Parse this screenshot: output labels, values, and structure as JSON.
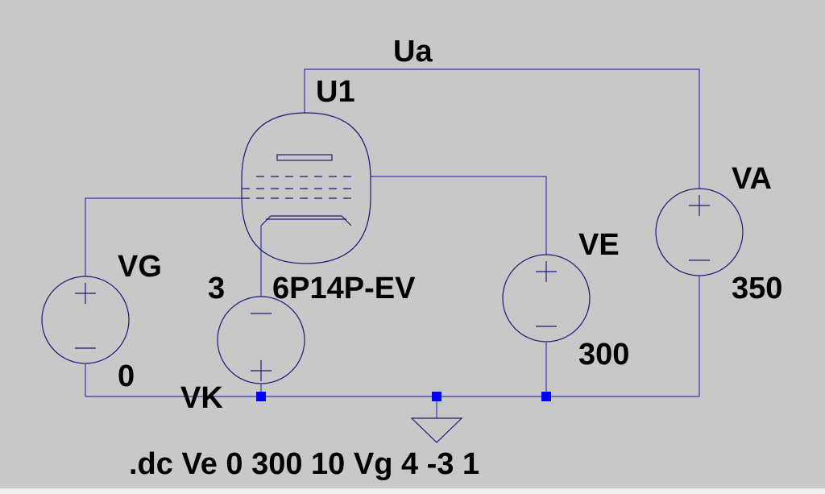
{
  "labels": {
    "net_anode": "Ua",
    "tube_ref": "U1",
    "tube_model": "6P14P-EV",
    "source_grid": "VG",
    "source_grid_value": "0",
    "source_cathode": "VK",
    "source_cathode_value": "3",
    "source_screen": "VE",
    "source_screen_value": "300",
    "source_anode": "VA",
    "source_anode_value": "350",
    "directive": ".dc Ve 0 300 10 Vg 4 -3 1"
  },
  "colors": {
    "background": "#c8c8c8",
    "wire": "#3434b4",
    "symbol": "#1a1a78",
    "junction": "#0000ff",
    "text": "#000000"
  }
}
